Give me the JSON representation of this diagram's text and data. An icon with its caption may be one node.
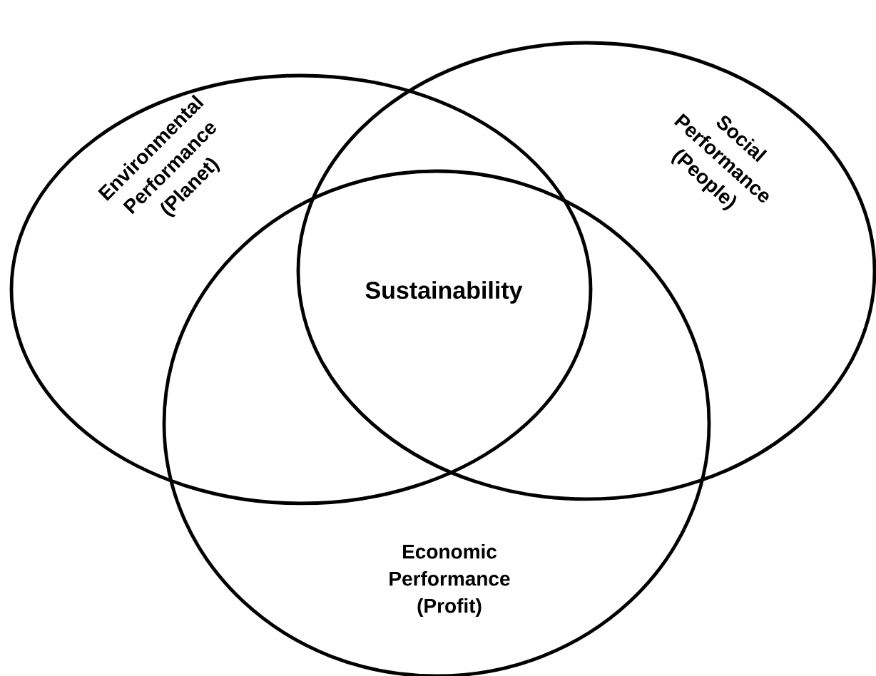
{
  "diagram": {
    "nodes": [
      {
        "text": [
          "Environmental Performance (Planet)"
        ]
      },
      {
        "text": [
          "Social Performance (People)"
        ]
      },
      {
        "text": [
          "Economic Performance (Profit)"
        ]
      }
    ],
    "labels": [
      "Sustainability"
    ]
  }
}
